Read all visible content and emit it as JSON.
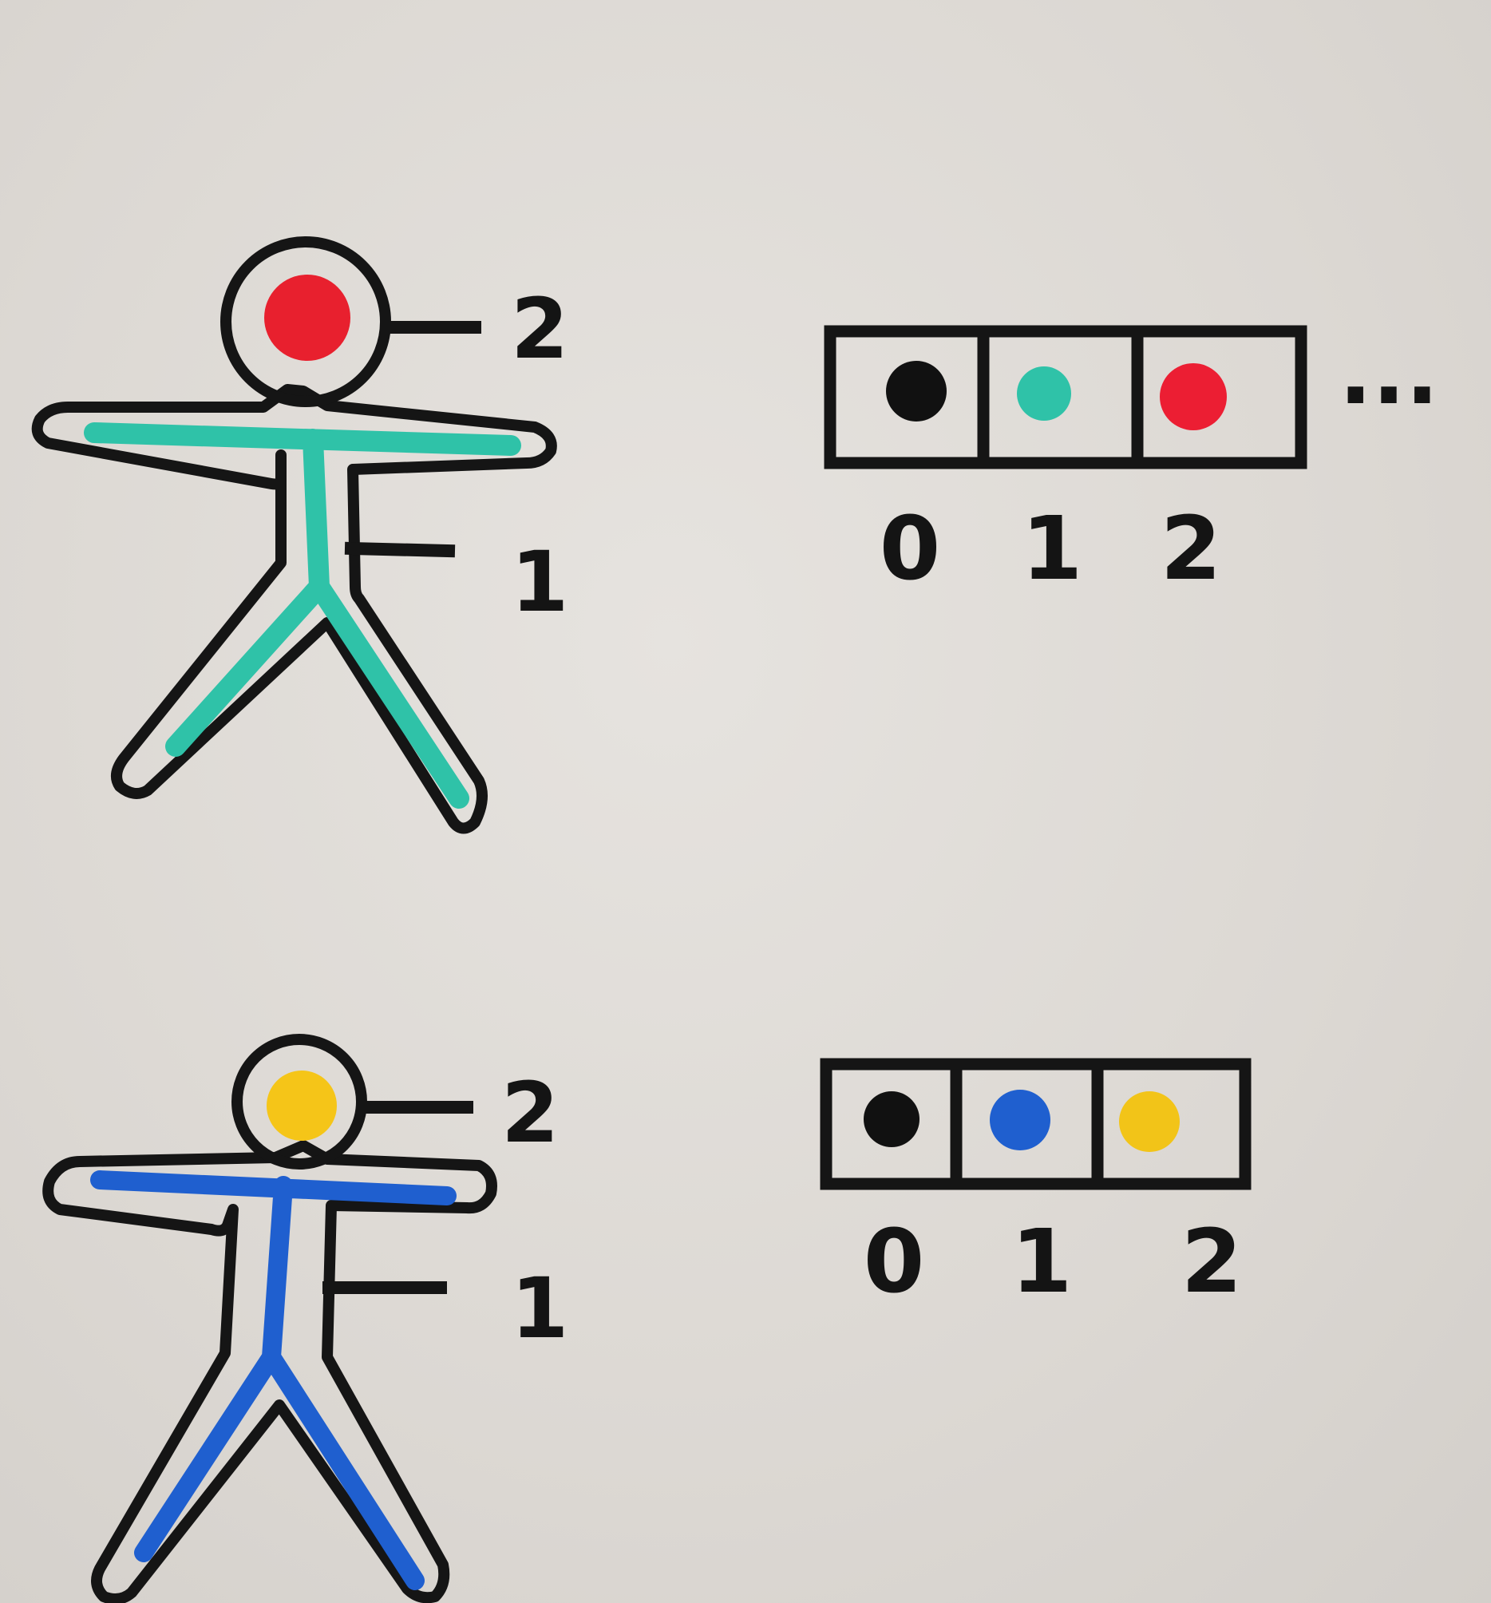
{
  "figures": [
    {
      "head_color": "#e8202e",
      "body_color": "#2fc2a8",
      "head_label": "2",
      "body_label": "1",
      "array": {
        "cells": [
          {
            "color": "#111111",
            "index": "0"
          },
          {
            "color": "#2fc2a8",
            "index": "1"
          },
          {
            "color": "#ec1e33",
            "index": "2"
          }
        ],
        "continuation": "..."
      }
    },
    {
      "head_color": "#f5c518",
      "body_color": "#1f5fcf",
      "head_label": "2",
      "body_label": "1",
      "array": {
        "cells": [
          {
            "color": "#111111",
            "index": "0"
          },
          {
            "color": "#1f5fcf",
            "index": "1"
          },
          {
            "color": "#f2c418",
            "index": "2"
          }
        ]
      }
    }
  ]
}
